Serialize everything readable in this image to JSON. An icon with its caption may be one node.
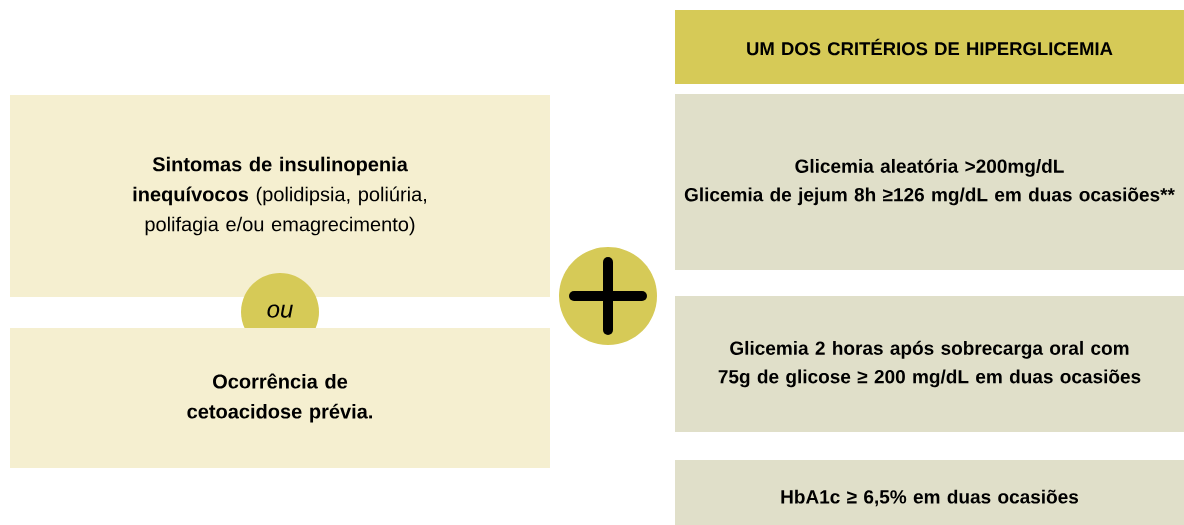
{
  "diagram": {
    "nodes": [
      {
        "text": [
          "**Sintomas de insulinopenia inequívocos** (polidipsia, poliúria, polifagia e/ou emagrecimento)"
        ]
      },
      {
        "text": [
          "ou"
        ]
      },
      {
        "text": [
          "Ocorrência de cetoacidose prévia."
        ]
      },
      {
        "text": [],
        "shape": "circle"
      },
      {
        "text": [
          "UM DOS CRITÉRIOS DE HIPERGLICEMIA"
        ]
      },
      {
        "text": [
          "Glicemia aleatória >200mg/dL",
          "Glicemia de jejum 8h ≥126 mg/dL em duas ocasiões**"
        ]
      },
      {
        "text": [
          "Glicemia 2 horas após sobrecarga oral com 75g de glicose ≥ 200 mg/dL em duas ocasiões"
        ]
      },
      {
        "text": [
          "HbA1c ≥ 6,5% em duas ocasiões"
        ]
      }
    ]
  }
}
